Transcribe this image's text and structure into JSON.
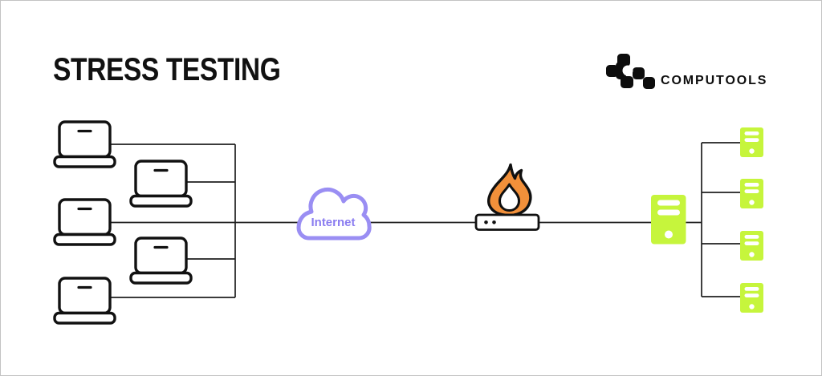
{
  "header": {
    "title": "STRESS TESTING",
    "brand": {
      "name": "COMPUTOOLS",
      "logo_icon": "computools-pixel-mark"
    }
  },
  "diagram": {
    "type": "network-topology",
    "internet": {
      "label": "Internet"
    },
    "clients": {
      "icon": "laptop-icon",
      "count": 5
    },
    "firewall": {
      "icon": "flame-router-icon",
      "count": 1
    },
    "main_server": {
      "icon": "server-tower-icon",
      "count": 1
    },
    "backend_servers": {
      "icon": "server-tower-icon",
      "count": 4
    },
    "colors": {
      "connection_line": "#1f1f1f",
      "icon_outline": "#111111",
      "cloud_purple": "#9a8ef3",
      "internet_text_purple": "#8a7cf0",
      "flame_orange": "#f2903a",
      "server_green": "#c6f53c"
    }
  }
}
